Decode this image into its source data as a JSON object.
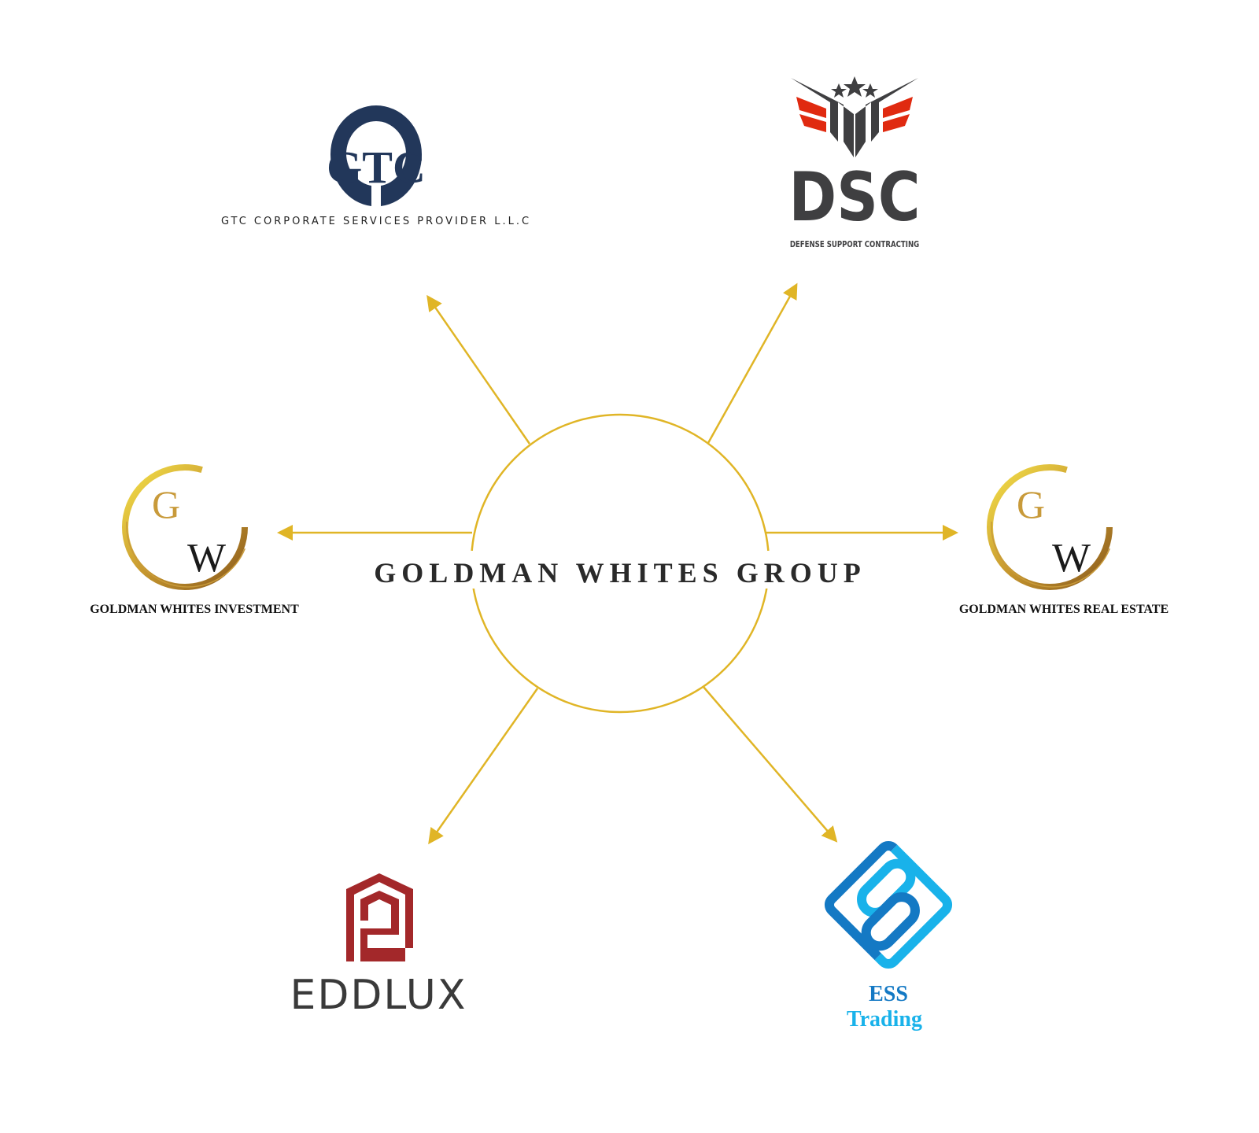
{
  "center": {
    "label": "GOLDMAN WHITES GROUP"
  },
  "companies": {
    "gtc": {
      "monogram": "GTC",
      "name": "GTC CORPORATE SERVICES PROVIDER L.L.C"
    },
    "dsc": {
      "monogram": "DSC",
      "name": "DEFENSE SUPPORT CONTRACTING"
    },
    "gw_investment": {
      "monogram_g": "G",
      "monogram_w": "W",
      "name": "GOLDMAN WHITES INVESTMENT"
    },
    "gw_real_estate": {
      "monogram_g": "G",
      "monogram_w": "W",
      "name": "GOLDMAN WHITES  REAL ESTATE"
    },
    "eddlux": {
      "name": "EDDLUX"
    },
    "ess": {
      "name_line1": "ESS",
      "name_line2": "Trading"
    }
  },
  "colors": {
    "accent": "#e0b526",
    "gtc": "#22375a",
    "dsc_gray": "#3f3f41",
    "dsc_red": "#e02a10",
    "gold": "#c89a3a",
    "eddlux_red": "#a3282a",
    "ess_dark": "#1479c4",
    "ess_light": "#19b2ea"
  }
}
